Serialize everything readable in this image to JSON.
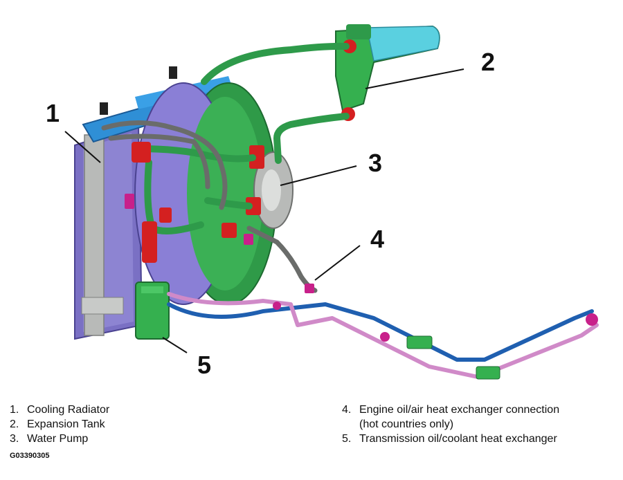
{
  "callouts": [
    "1",
    "2",
    "3",
    "4",
    "5"
  ],
  "legend_left": [
    {
      "num": "1.",
      "text": "Cooling Radiator"
    },
    {
      "num": "2.",
      "text": "Expansion Tank"
    },
    {
      "num": "3.",
      "text": "Water Pump"
    }
  ],
  "legend_right": [
    {
      "num": "4.",
      "text": "Engine oil/air heat exchanger connection",
      "cont": "(hot countries only)"
    },
    {
      "num": "5.",
      "text": "Transmission oil/coolant heat exchanger"
    }
  ],
  "figure_id": "G03390305",
  "colors": {
    "hose_green": "#2e9a4a",
    "tank_green": "#35b04f",
    "fan_green": "#2f9a48",
    "radiator_purple": "#7a70c4",
    "top_tank_blue": "#2f8fd6",
    "clamp_red": "#d42020",
    "connector_magenta": "#c8208a",
    "line_blue": "#1f5fb0",
    "line_pink": "#d08ac8",
    "metal_gray": "#a8aaa8"
  }
}
